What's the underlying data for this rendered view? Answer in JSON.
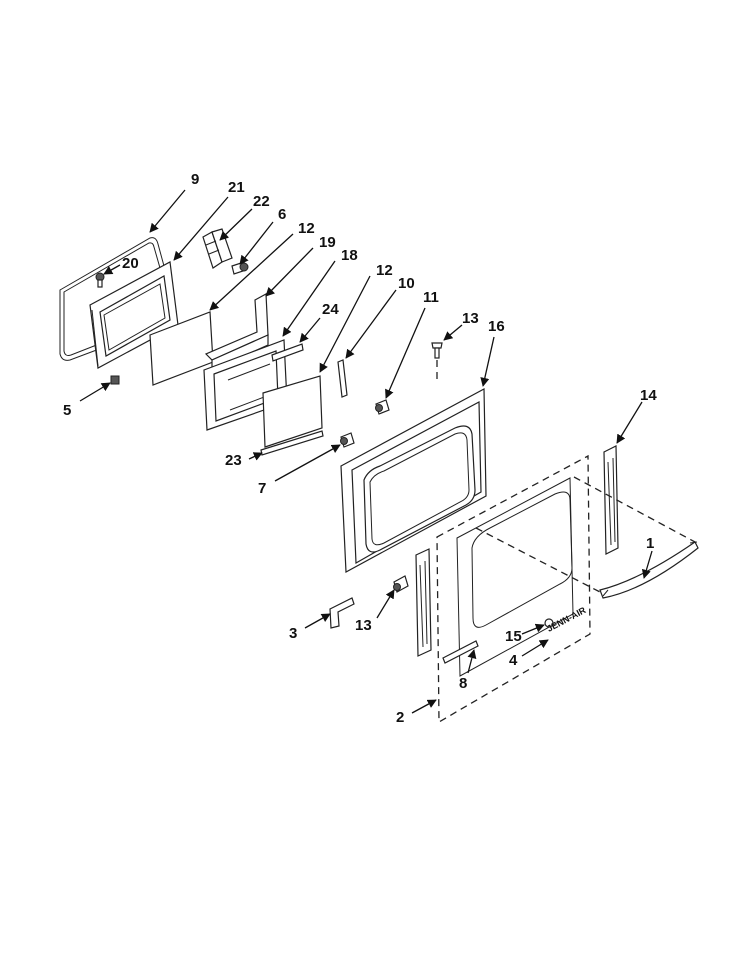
{
  "callouts": [
    "9",
    "21",
    "22",
    "6",
    "12",
    "19",
    "18",
    "12",
    "10",
    "11",
    "13",
    "16",
    "14",
    "20",
    "24",
    "5",
    "23",
    "7",
    "1",
    "3",
    "13",
    "15",
    "4",
    "8",
    "2"
  ],
  "colors": {
    "line": "#222222",
    "background": "#ffffff"
  },
  "brand_mark": "JENN-AIR"
}
